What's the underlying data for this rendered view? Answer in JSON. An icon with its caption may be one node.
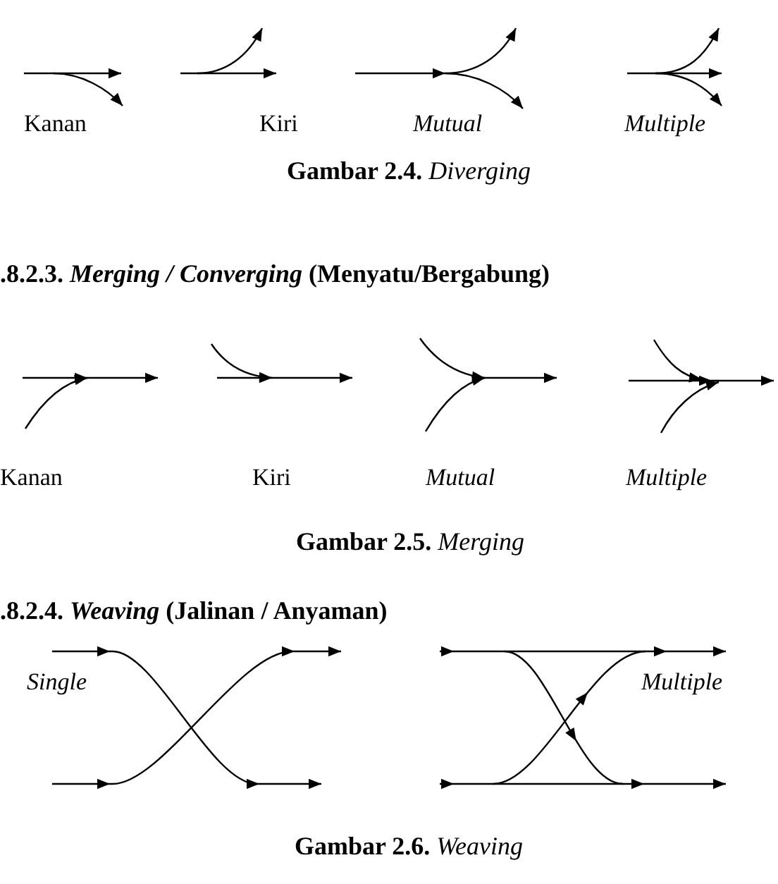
{
  "diagram": {
    "labels": [
      "Kanan",
      "Kiri",
      "Mutual",
      "Multiple",
      "**Gambar 2.4.** *Diverging*",
      ".8.2.3. *Merging / Converging* (Menyatu/Bergabung)",
      "Kanan",
      "Kiri",
      "Mutual",
      "Multiple",
      "**Gambar 2.5.** *Merging*",
      ".8.2.4. *Weaving* (Jalinan / Anyaman)",
      "Single",
      "Multiple",
      "**Gambar 2.6.** *Weaving*"
    ]
  }
}
